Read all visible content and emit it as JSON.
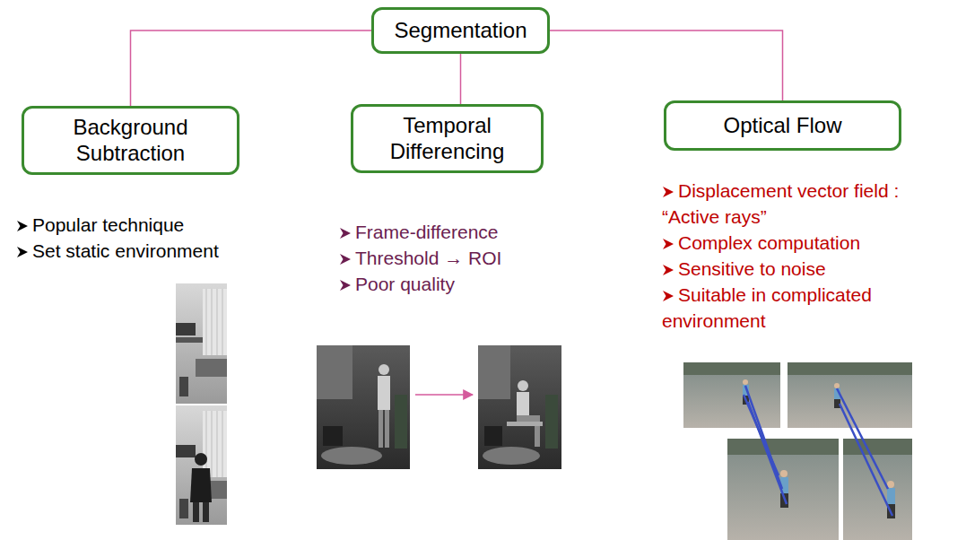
{
  "diagram": {
    "nodes": [
      {
        "text": [
          "Segmentation"
        ]
      },
      {
        "text": [
          "Background Subtraction"
        ]
      },
      {
        "text": [
          "Temporal Differencing"
        ]
      },
      {
        "text": [
          "Optical Flow"
        ]
      }
    ],
    "edges": [
      {
        "from": 0,
        "to": 1,
        "arrow": "none"
      },
      {
        "from": 0,
        "to": 2,
        "arrow": "none"
      },
      {
        "from": 0,
        "to": 3,
        "arrow": "none"
      }
    ],
    "labels": [
      "Popular technique",
      "Set static environment",
      "Frame-difference",
      "Threshold → ROI",
      "Poor quality",
      "Displacement vector field : “Active rays”",
      "Complex computation",
      "Sensitive to noise",
      "Suitable in complicated environment"
    ]
  }
}
